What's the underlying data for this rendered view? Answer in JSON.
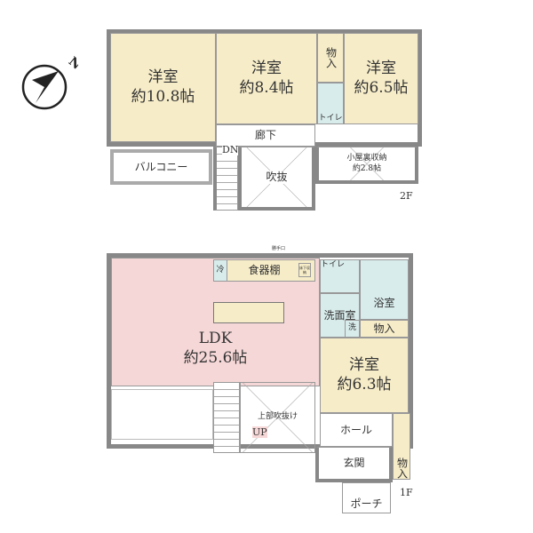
{
  "compass": {
    "label": "N"
  },
  "floor2": {
    "label": "2F",
    "rooms": [
      {
        "name": "洋室",
        "size": "約10.8帖"
      },
      {
        "name": "洋室",
        "size": "約8.4帖"
      },
      {
        "name": "物入"
      },
      {
        "name": "トイレ"
      },
      {
        "name": "洋室",
        "size": "約6.5帖"
      },
      {
        "name": "廊下"
      },
      {
        "name": "バルコニー"
      },
      {
        "name": "吹抜"
      },
      {
        "name": "小屋裏収納",
        "size": "約2.8帖"
      }
    ],
    "stairs": "DN"
  },
  "floor1": {
    "label": "1F",
    "rooms": [
      {
        "name": "LDK",
        "size": "約25.6帖"
      },
      {
        "name": "食器棚"
      },
      {
        "name": "冷"
      },
      {
        "name": "床下収納"
      },
      {
        "name": "トイレ"
      },
      {
        "name": "浴室"
      },
      {
        "name": "洗面室"
      },
      {
        "name": "洗"
      },
      {
        "name": "物入"
      },
      {
        "name": "洋室",
        "size": "約6.3帖"
      },
      {
        "name": "ホール"
      },
      {
        "name": "玄関"
      },
      {
        "name": "物入"
      },
      {
        "name": "ポーチ"
      },
      {
        "name": "上部吹抜け"
      },
      {
        "name": "勝手口"
      }
    ],
    "stairs": "UP"
  }
}
